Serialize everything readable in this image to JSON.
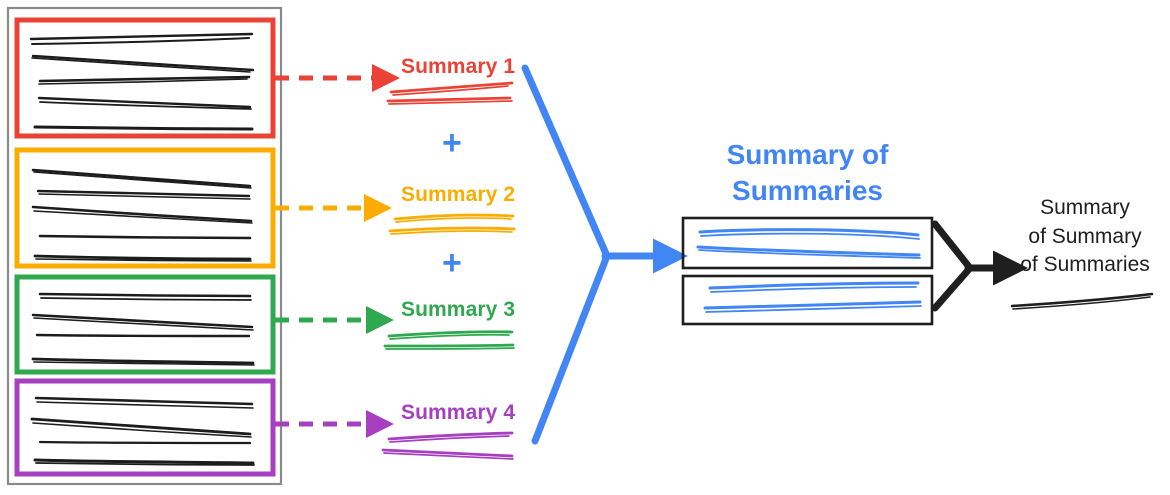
{
  "diagram": {
    "title_text_final": "Summary\nof Summary\nof Summaries",
    "colors": {
      "red": "#ea4335",
      "orange": "#fbac00",
      "green": "#2fa84f",
      "purple": "#a63fc0",
      "blue": "#4285f4",
      "black": "#1f1f1f",
      "gray_border": "#888888"
    },
    "source_box": {
      "name": "source-documents-container",
      "groups": [
        {
          "id": "group-1",
          "color": "#ea4335",
          "lines": 5
        },
        {
          "id": "group-2",
          "color": "#fbac00",
          "lines": 5
        },
        {
          "id": "group-3",
          "color": "#2fa84f",
          "lines": 4
        },
        {
          "id": "group-4",
          "color": "#a63fc0",
          "lines": 4
        }
      ]
    },
    "summaries": [
      {
        "label": "Summary 1",
        "color": "#ea4335"
      },
      {
        "label": "Summary 2",
        "color": "#fbac00"
      },
      {
        "label": "Summary 3",
        "color": "#2fa84f"
      },
      {
        "label": "Summary 4",
        "color": "#a63fc0"
      }
    ],
    "plus_signs": [
      "+",
      "+"
    ],
    "summary_of_summaries": {
      "line1": "Summary of",
      "line2": "Summaries",
      "color": "#4285f4",
      "boxes": 2
    },
    "final_output": {
      "line1": "Summary",
      "line2": "of Summary",
      "line3": "of Summaries",
      "color": "#1f1f1f"
    }
  }
}
